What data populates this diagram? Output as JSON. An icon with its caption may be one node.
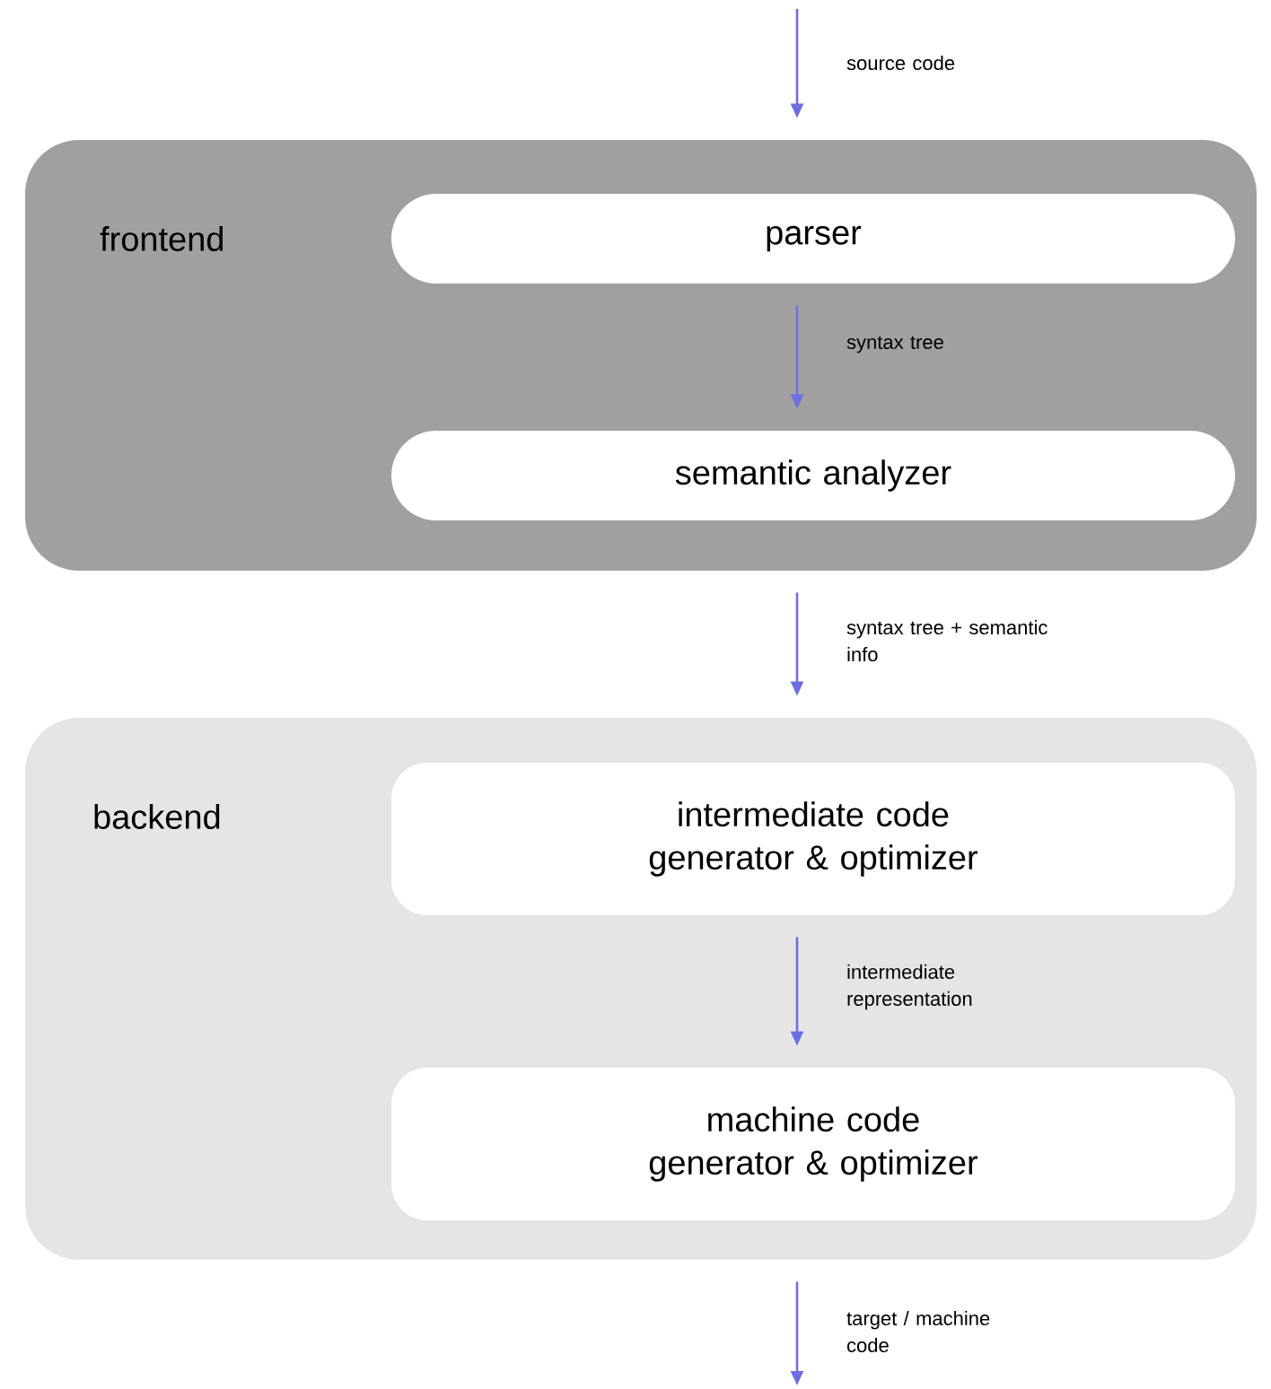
{
  "diagram": {
    "nodes": [
      {
        "text": [
          "frontend"
        ]
      },
      {
        "text": [
          "parser"
        ],
        "in": 0
      },
      {
        "text": [
          "semantic analyzer"
        ],
        "in": 0
      },
      {
        "text": [
          "backend"
        ]
      },
      {
        "text": [
          "intermediate code generator & optimizer"
        ],
        "in": 3
      },
      {
        "text": [
          "machine code generator & optimizer"
        ],
        "in": 3
      }
    ],
    "edges": [
      {
        "from": null,
        "to": 0,
        "arrow": "to",
        "label": "source code"
      },
      {
        "from": 1,
        "to": 2,
        "arrow": "to",
        "label": "syntax tree"
      },
      {
        "from": 0,
        "to": 3,
        "arrow": "to",
        "label": "syntax tree + semantic info"
      },
      {
        "from": 4,
        "to": 5,
        "arrow": "to",
        "label": "intermediate representation"
      },
      {
        "from": 3,
        "to": null,
        "arrow": "to",
        "label": "target / machine code"
      }
    ]
  }
}
